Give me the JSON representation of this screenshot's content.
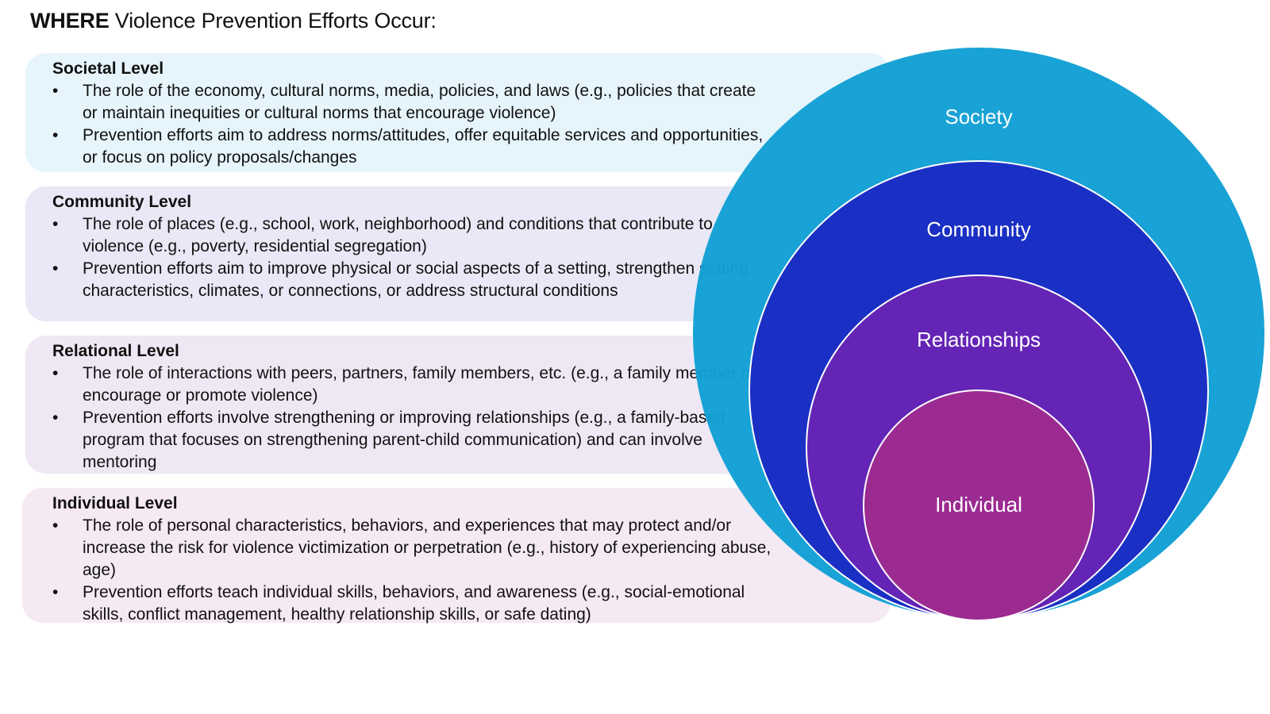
{
  "title": {
    "bold": "WHERE",
    "rest": " Violence Prevention Efforts Occur:"
  },
  "levels": [
    {
      "heading": "Societal Level",
      "bullets": [
        "The role of the economy, cultural norms, media, policies, and laws (e.g., policies that create or maintain inequities or cultural norms that encourage violence)",
        "Prevention efforts aim to address norms/attitudes, offer equitable services and opportunities, or focus on policy proposals/changes"
      ]
    },
    {
      "heading": "Community Level",
      "bullets": [
        "The role of places (e.g., school, work, neighborhood) and conditions that contribute to violence (e.g., poverty, residential segregation)",
        "Prevention efforts aim to improve physical or social aspects of a setting, strengthen setting characteristics, climates, or connections, or address structural conditions"
      ]
    },
    {
      "heading": "Relational Level",
      "bullets": [
        "The role of interactions with peers, partners, family members, etc. (e.g., a family member may encourage or promote violence)",
        "Prevention efforts involve strengthening or improving relationships (e.g., a family-based program that focuses on strengthening parent-child communication) and can involve mentoring"
      ]
    },
    {
      "heading": "Individual Level",
      "bullets": [
        "The role of personal characteristics, behaviors, and experiences that may protect and/or increase the risk for violence victimization or perpetration (e.g., history of experiencing abuse, age)",
        "Prevention efforts teach individual skills, behaviors, and awareness (e.g., social-emotional skills, conflict management, healthy relationship skills, or safe dating)"
      ]
    }
  ],
  "bullet_glyph": "•",
  "circles": [
    {
      "label": "Society",
      "color": "#119fd4"
    },
    {
      "label": "Community",
      "color": "#1a2fc4"
    },
    {
      "label": "Relationships",
      "color": "#6424b5"
    },
    {
      "label": "Individual",
      "color": "#9b2b91"
    }
  ],
  "colors": {
    "society_panel": "#e6f4fb",
    "community_panel": "#e8e8f6",
    "relationships_panel": "#efe8f4",
    "individual_panel": "#f5e9f3"
  }
}
